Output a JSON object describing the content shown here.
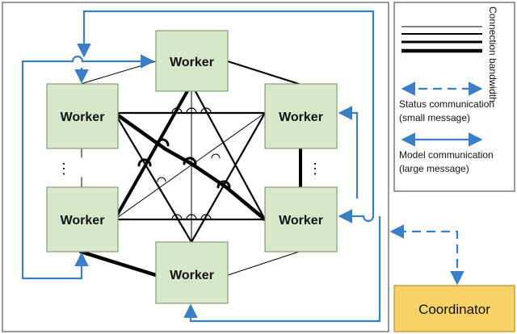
{
  "nodes": {
    "worker_top": "Worker",
    "worker_upper_left": "Worker",
    "worker_upper_right": "Worker",
    "worker_lower_left": "Worker",
    "worker_lower_right": "Worker",
    "worker_bottom": "Worker",
    "coordinator": "Coordinator",
    "ellipsis_left": "⋮",
    "ellipsis_right": "⋮"
  },
  "legend": {
    "bandwidth_label": "Connection bandwidth",
    "status_label_line1": "Status communication",
    "status_label_line2": "(small message)",
    "model_label_line1": "Model communication",
    "model_label_line2": "(large message)"
  },
  "colors": {
    "worker_fill": "#d6e8c9",
    "worker_stroke": "#7f9f72",
    "coordinator_fill": "#f7d267",
    "coordinator_stroke": "#b59322",
    "arrow_blue": "#3a7ec6",
    "frame": "#555555"
  }
}
